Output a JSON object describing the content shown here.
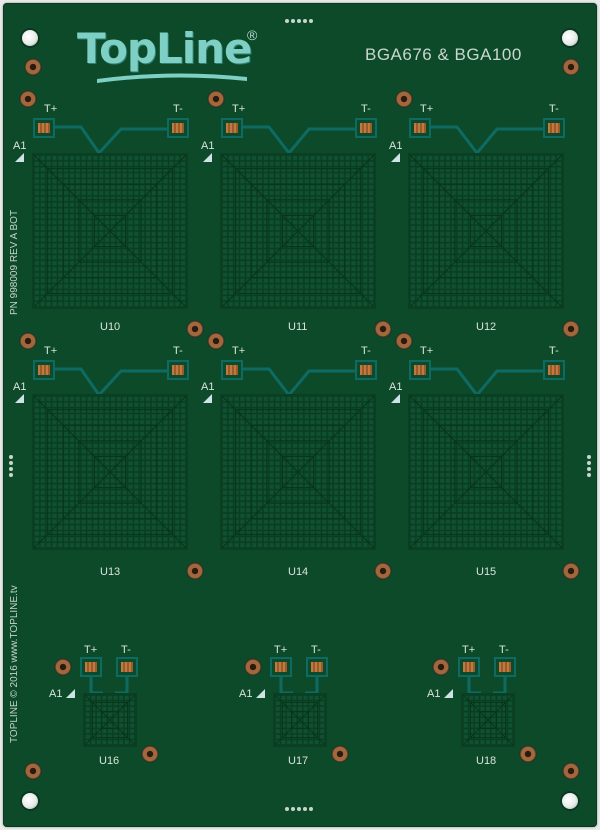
{
  "logo": {
    "brand": "TopLine",
    "registered": "®"
  },
  "board": {
    "title": "BGA676 & BGA100",
    "part_number": "PN 998009 REV A BOT",
    "copyright": "TOPLINE © 2016   www.TOPLINE.tv"
  },
  "labels": {
    "t_plus": "T+",
    "t_minus": "T-",
    "a1": "A1"
  },
  "sites_large": [
    {
      "ref": "U10"
    },
    {
      "ref": "U11"
    },
    {
      "ref": "U12"
    },
    {
      "ref": "U13"
    },
    {
      "ref": "U14"
    },
    {
      "ref": "U15"
    }
  ],
  "sites_small": [
    {
      "ref": "U16"
    },
    {
      "ref": "U17"
    },
    {
      "ref": "U18"
    }
  ],
  "colors": {
    "solder_mask": "#0d4a2a",
    "copper_pad": "#c07a40",
    "silkscreen": "#d9e3dd",
    "logo": "#7ecfc4"
  }
}
